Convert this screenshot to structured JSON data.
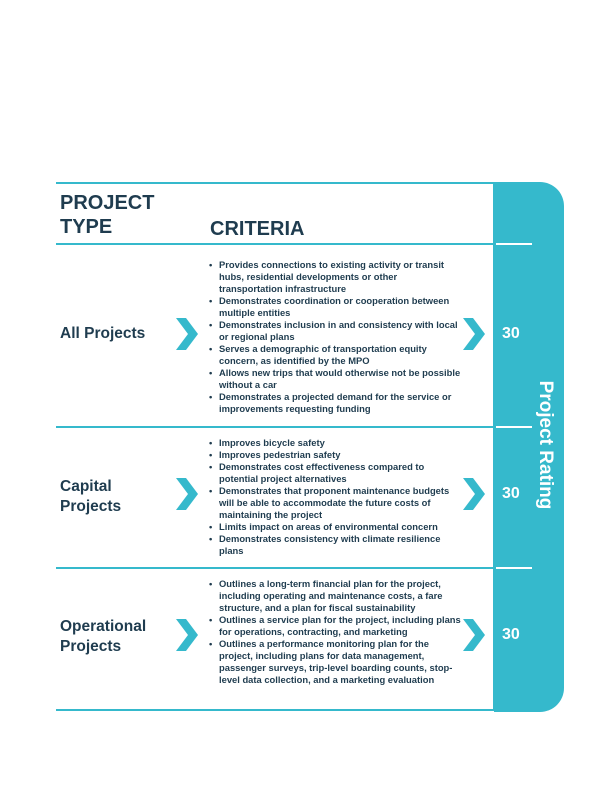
{
  "header": {
    "project_type": "PROJECT\nTYPE",
    "criteria": "CRITERIA"
  },
  "rating_label": "Project Rating",
  "rows": [
    {
      "type": "All Projects",
      "score": "30",
      "criteria": [
        "Provides connections to existing activity or transit hubs, residential developments or other transportation infrastructure",
        "Demonstrates coordination or cooperation between multiple entities",
        "Demonstrates inclusion in and consistency with local or regional plans",
        "Serves a demographic of transportation equity concern, as identified by the MPO",
        "Allows new trips that would otherwise not be possible without a car",
        "Demonstrates a projected demand for the service or improvements requesting funding"
      ]
    },
    {
      "type": "Capital\nProjects",
      "score": "30",
      "criteria": [
        "Improves bicycle safety",
        "Improves pedestrian safety",
        "Demonstrates cost effectiveness compared to potential project alternatives",
        "Demonstrates that proponent maintenance budgets will be able to accommodate the future costs of maintaining the project",
        "Limits impact on areas of environmental concern",
        "Demonstrates consistency with climate resilience plans"
      ]
    },
    {
      "type": "Operational\nProjects",
      "score": "30",
      "criteria": [
        "Outlines a long-term financial plan for the project, including operating and maintenance costs, a fare structure, and a plan for fiscal sustainability",
        "Outlines a service plan for the project, including plans for operations, contracting, and marketing",
        "Outlines a performance monitoring plan for the project, including plans for data management, passenger surveys, trip-level boarding counts, stop-level data collection, and a marketing evaluation"
      ]
    }
  ],
  "colors": {
    "accent": "#35b9cc",
    "text": "#1f3c4f"
  },
  "icons": {
    "row_arrow": "chevron-right-icon"
  }
}
